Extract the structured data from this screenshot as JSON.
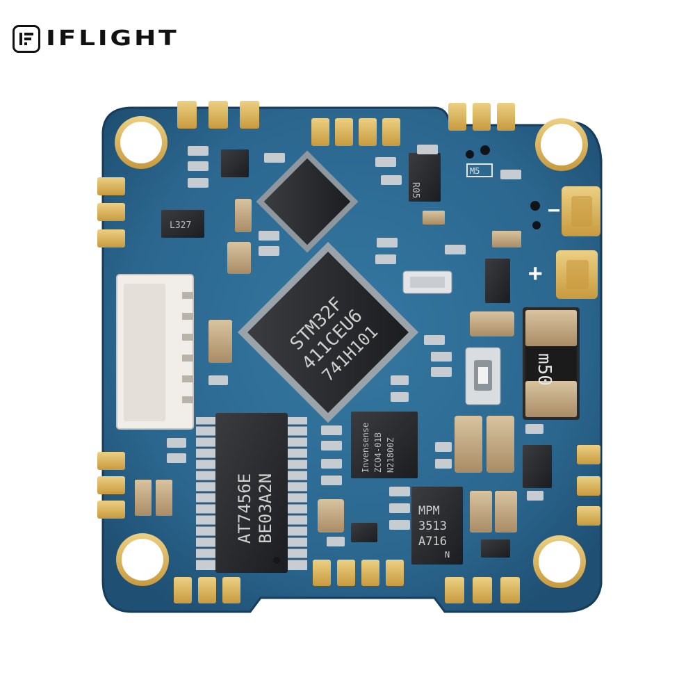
{
  "brand": {
    "logo_text": "IFLIGHT",
    "logo_icon": "iflight-logo-icon"
  },
  "board": {
    "pcb_color": "#2f6f97",
    "pad_color": "#d9b45a",
    "polarity_minus": "−",
    "polarity_plus": "+",
    "chips": {
      "mcu_line1": "STM32F",
      "mcu_line2": "411CEU6",
      "mcu_line3": "741H101",
      "osd_line1": "AT7456E",
      "osd_line2": "BE03A2N",
      "gyro_line1": "MPM",
      "gyro_line2": "3513",
      "gyro_line3": "A716",
      "gyro_line4": "N",
      "baro_line1": "Invensense",
      "baro_line2": "ZCO4-01B",
      "baro_line3": "N21800Z",
      "shunt_label": "m50",
      "reg_label": "R05",
      "ldo_label": "L327",
      "pcb_mark": "M5"
    }
  }
}
